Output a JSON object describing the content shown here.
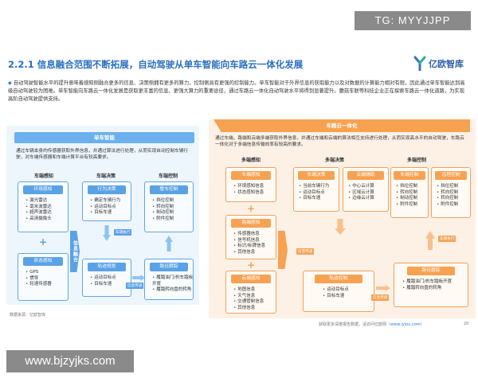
{
  "watermark_top": "TG: MYYJJPP",
  "watermark_bottom": "www.bjzyjks.com",
  "title": "2.2.1 信息融合范围不断拓展，自动驾驶从单车智能向车路云一体化发展",
  "logo": {
    "text": "亿欧智库"
  },
  "intro": "自动驾驶智能水平的提升意味着感知侧融合更多的信息、决策侧拥有更多的算力，控制侧具有更强的控制能力。单车智能对于外界信息的获取能力以及对数据的计算能力相对有限，因此通过单车智能达到高级自动驾驶较为困难。单车智能向车路云一体化发展是获取更丰富的信息、更强大算力的重要途径，通过车路云一体化自动驾驶水平将得到显著提升。蘑菇车联等科技企业正在探索车路云一体化道路，为实现高阶自动驾驶提供支持。",
  "left": {
    "header": "单车智能",
    "desc": "通过车辆本身的传感器获取外界信息，并通过算法进行处理，从而实现自动控制车辆行驶，对车端传感器和车端计算平台有较高要求。",
    "col1": "车端感知",
    "col2": "车端决策",
    "col3": "车端控制",
    "env": {
      "label": "环境感知",
      "items": [
        "激光雷达",
        "毫米波雷达",
        "超声波雷达",
        "高清摄像头"
      ]
    },
    "state": {
      "label": "状态感知",
      "items": [
        "GPS",
        "惯导",
        "轮速传感器"
      ]
    },
    "behavior": {
      "label": "行为决策",
      "items": [
        "确定车辆行为",
        "运动目标点",
        "目标车速"
      ]
    },
    "plan": {
      "label": "轨迹规划",
      "items": [
        "运动目标点",
        "目标车速"
      ]
    },
    "control": {
      "label": "整车控制",
      "items": [
        "挡位控制",
        "转向控制",
        "制动控制",
        "附件控制"
      ]
    },
    "track": {
      "label": "路径跟踪",
      "items": [
        "履踏油门/刹车踏板开度",
        "履踏转向盘的转角"
      ]
    },
    "fusion": "信息融合",
    "tag1": "车辆执行",
    "tag2": "信息传递",
    "source": "数据来源：亿欧智库"
  },
  "right": {
    "header": "车路云一体化",
    "desc": "通过车端、路端和云端多端获取外界信息，并通过车端和云端的算法相互支持进行处理，从而实现高水平的自动驾驶，车路云一体化对于多端信息传输效率有较高的要求。",
    "col1": "多端感知",
    "col2": "多端决策",
    "col3": "多端控制",
    "vehicle_sense": {
      "label": "车端感知",
      "items": [
        "环境感知信息",
        "状态感知信息"
      ]
    },
    "road_sense": {
      "label": "路端感知",
      "items": [
        "传感器信息",
        "信号机信息",
        "标识/标牌信息",
        "其他信息"
      ]
    },
    "cloud_sense": {
      "label": "云端感知",
      "items": [
        "地图信息",
        "天气信息",
        "交通管制信息",
        "其他信息"
      ]
    },
    "vehicle_decide": {
      "label": "车端决策",
      "items": [
        "当前车辆行为",
        "运动目标点",
        "目标车速"
      ]
    },
    "cloud_assist": {
      "label": "云端辅助",
      "items": [
        "中心云计算",
        "区域云计算",
        "边缘云计算"
      ]
    },
    "plan": {
      "label": "轨迹控制",
      "items": [
        "运动目标点",
        "目标车速"
      ]
    },
    "vehicle_control": {
      "label": "车端控制",
      "items": [
        "挡位控制",
        "转向控制",
        "制动控制",
        "附件控制"
      ]
    },
    "remote_control": {
      "label": "远程控制",
      "items": [
        "挡位控制",
        "转向控制",
        "转向控制",
        "附件控制"
      ]
    },
    "track": {
      "label": "路径跟踪",
      "items": [
        "履踏油门/刹车踏板开度",
        "履踏转向盘的转角"
      ]
    },
    "tag1": "信息传递",
    "tag2": "信息传递",
    "tag3": "车辆执行",
    "footer": "获取更多深度报告数据，请访问亿欧网（",
    "footer_url": "www.iyiou.com",
    "footer_close": "）",
    "page": "20"
  },
  "colors": {
    "blue": "#5aa2e6",
    "orange": "#f7a253",
    "title": "#2a6fc0"
  }
}
